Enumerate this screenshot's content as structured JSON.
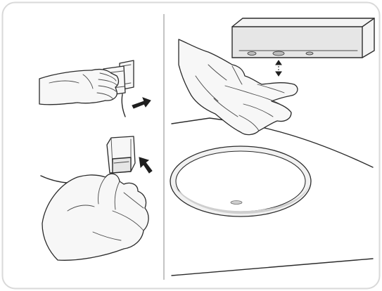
{
  "figure": {
    "panels": [
      {
        "id": "left-top",
        "content": "hand-pulling-cartridge-from-unit"
      },
      {
        "id": "left-bottom",
        "content": "hand-holding-cartridge-insert"
      },
      {
        "id": "right",
        "content": "hand-under-sensor-dispenser-over-sink"
      }
    ],
    "icons": [
      "pull-arrow-icon",
      "insert-arrow-icon",
      "sensor-range-arrow-icon"
    ],
    "colors": {
      "line": "#2b2b2b",
      "shade": "#e6e6e6",
      "frame": "#d9d9d9",
      "background": "#ffffff"
    }
  }
}
